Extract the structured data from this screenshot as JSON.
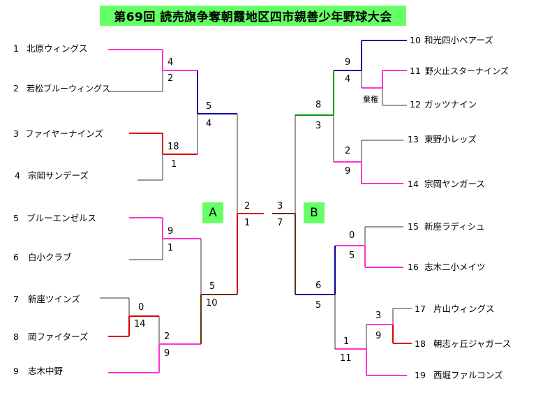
{
  "title": "第69回 読売旗争奪朝霞地区四市親善少年野球大会",
  "blocks": {
    "a": "A",
    "b": "B"
  },
  "teams_left": [
    {
      "seed": "1",
      "name": "北原ウィングス"
    },
    {
      "seed": "2",
      "name": "若松ブルーウィングス"
    },
    {
      "seed": "3",
      "name": "ファイヤーナインズ"
    },
    {
      "seed": "4",
      "name": "宗岡サンデーズ"
    },
    {
      "seed": "5",
      "name": "ブルーエンゼルス"
    },
    {
      "seed": "6",
      "name": "白小クラブ"
    },
    {
      "seed": "7",
      "name": "新座ツインズ"
    },
    {
      "seed": "8",
      "name": "岡ファイターズ"
    },
    {
      "seed": "9",
      "name": "志木中野"
    }
  ],
  "teams_right": [
    {
      "seed": "10",
      "name": "和光四小ベアーズ"
    },
    {
      "seed": "11",
      "name": "野火止スターナインズ"
    },
    {
      "seed": "12",
      "name": "ガッツナイン"
    },
    {
      "seed": "13",
      "name": "東野小レッズ"
    },
    {
      "seed": "14",
      "name": "宗岡ヤンガース"
    },
    {
      "seed": "15",
      "name": "新座ラディシュ"
    },
    {
      "seed": "16",
      "name": "志木二小メイツ"
    },
    {
      "seed": "17",
      "name": "片山ウィングス"
    },
    {
      "seed": "18",
      "name": "朝志ヶ丘ジャガース"
    },
    {
      "seed": "19",
      "name": "西堀ファルコンズ"
    }
  ],
  "forfeit_label": "棄権",
  "scores": {
    "l_r1_1v2": [
      "4",
      "2"
    ],
    "l_r1_3v4": [
      "18",
      "1"
    ],
    "l_r2_top": [
      "5",
      "4"
    ],
    "l_r1_5v6": [
      "9",
      "1"
    ],
    "l_r0_7v8": [
      "0",
      "14"
    ],
    "l_r1_8v9": [
      "2",
      "9"
    ],
    "l_r2_bot": [
      "5",
      "10"
    ],
    "l_semi": [
      "2",
      "1"
    ],
    "final": [
      "3",
      "7"
    ],
    "r_r1_11v12_winner": "4",
    "r_r2_10v11": [
      "9",
      "4"
    ],
    "r_r1_13v14": [
      "2",
      "9"
    ],
    "r_r3_top": [
      "8",
      "3"
    ],
    "r_r1_15v16": [
      "0",
      "5"
    ],
    "r_r0_17v18": [
      "3",
      "9"
    ],
    "r_r1_18v19": [
      "1",
      "11"
    ],
    "r_r2_bot": [
      "6",
      "5"
    ]
  },
  "colors": {
    "title_bg": "#66ff66",
    "win_magenta": "#ff33cc",
    "win_red": "#dd0000",
    "win_blue": "#000099",
    "win_brown": "#663300",
    "win_green": "#009900",
    "loss": "#333333"
  }
}
